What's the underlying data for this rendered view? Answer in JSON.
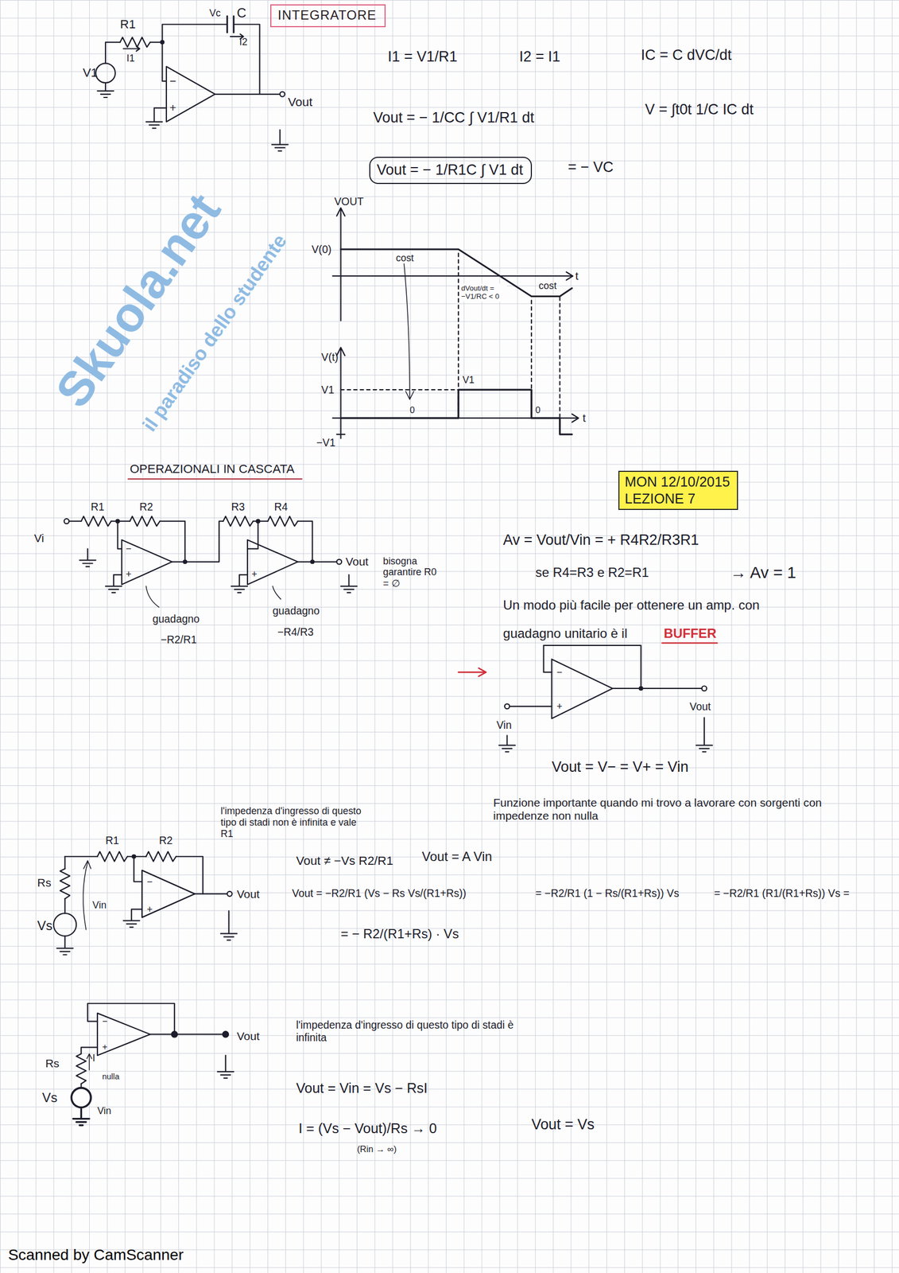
{
  "diagram": {
    "nodes": [
      {
        "text": [
          "INTEGRATORE"
        ]
      },
      {
        "text": [
          "Vout = − 1/R1C ∫ V1 dt"
        ]
      },
      {
        "text": [
          "MON 12/10/2015",
          "LEZIONE 7"
        ]
      }
    ],
    "labels": [
      "Skuola.net",
      "il paradiso dello studente",
      "R1",
      "I1",
      "V1",
      "Vc",
      "C",
      "I2",
      "−",
      "+",
      "Vout",
      "I1 = V1/R1",
      "I2 = I1",
      "IC = C dVC/dt",
      "Vout = − 1/CC ∫ V1/R1 dt",
      "V = ∫t0t 1/C IC dt",
      "= − VC",
      "VOUT",
      "V(0)",
      "cost",
      "dVout/dt = −V1/RC < 0",
      "cost",
      "t",
      "V(t)",
      "V1",
      "−V1",
      "0",
      "V1",
      "0",
      "t",
      "OPERAZIONALI IN CASCATA",
      "R1",
      "R2",
      "R3",
      "R4",
      "Vi",
      "−",
      "+",
      "−",
      "+",
      "Vout",
      "guadagno",
      "−R2/R1",
      "guadagno",
      "−R4/R3",
      "bisogna garantire R0 = ∅",
      "Av = Vout/Vin = + R4R2/R3R1",
      "se R4=R3 e R2=R1",
      "→ Av = 1",
      "Un modo più facile per ottenere un amp. con",
      "guadagno unitario è il",
      "BUFFER",
      "−",
      "+",
      "Vin",
      "Vout",
      "Vout = V− = V+ = Vin",
      "Funzione importante quando mi trovo a lavorare con sorgenti con impedenze non nulla",
      "l'impedenza d'ingresso di questo tipo di stadi non è infinita e vale R1",
      "Rs",
      "Vs",
      "Vin",
      "R1",
      "R2",
      "−",
      "+",
      "Vout",
      "Vout ≠ −Vs R2/R1",
      "Vout = A Vin",
      "Vout = −R2/R1 (Vs − Rs Vs/(R1+Rs))",
      "= −R2/R1 (1 − Rs/(R1+Rs)) Vs",
      "= −R2/R1 (R1/(R1+Rs)) Vs =",
      "= − R2/(R1+Rs) · Vs",
      "−",
      "+",
      "Rs",
      "I",
      "nulla",
      "Vs",
      "Vin",
      "Vout",
      "l'impedenza d'ingresso di questo tipo di stadi è infinita",
      "Vout = Vin = Vs − RsI",
      "I = (Vs − Vout)/Rs → 0",
      "(Rin → ∞)",
      "Vout = Vs",
      "Scanned by CamScanner"
    ]
  }
}
